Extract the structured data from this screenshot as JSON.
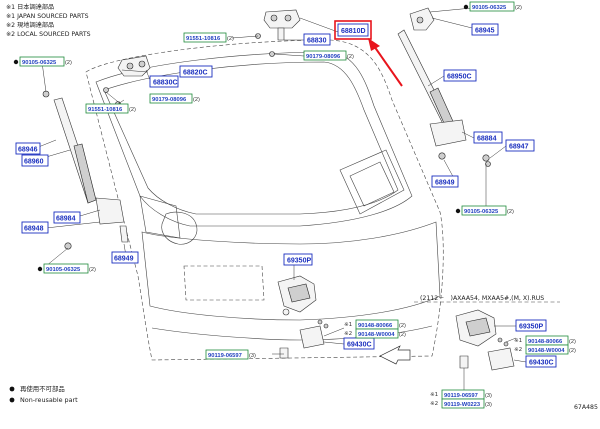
{
  "notes": [
    "※1 日本調達部品",
    "※1 JAPAN SOURCED PARTS",
    "※2 現地調達部品",
    "※2 LOCAL SOURCED PARTS"
  ],
  "parts": {
    "p68810D": "68810D",
    "p68945": "68945",
    "p68830": "68830",
    "p68830C": "68830C",
    "p68820C": "68820C",
    "p68950C": "68950C",
    "p68946": "68946",
    "p68960": "68960",
    "p68884": "68884",
    "p68947": "68947",
    "p68949r": "68949",
    "p68949l": "68949",
    "p68984": "68984",
    "p68948": "68948",
    "p69350P_main": "69350P",
    "p69430C_main": "69430C",
    "p69350P_alt": "69350P",
    "p69430C_alt": "69430C"
  },
  "subparts": {
    "s90105_tr": "90105-06325",
    "s91551_top": "91551-10816",
    "s90179_top": "90179-08096",
    "s90105_l": "90105-06325",
    "s91551_l": "91551-10816",
    "s90179_l": "90179-08096",
    "s90105_r": "90105-06325",
    "s90105_bl": "90105-06325",
    "s90148_80066_m": "90148-80066",
    "s90148_w0004_m": "90148-W0004",
    "s90119_m": "90119-06597",
    "s90148_80066_a": "90148-80066",
    "s90148_w0004_a": "90148-W0004",
    "s90119_06597_a": "90119-06597",
    "s90119_w0223_a": "90119-W0223"
  },
  "quantities": {
    "q_tr": "(2)",
    "q_91551_top": "(2)",
    "q_90179_top": "(2)",
    "q_90105_l": "(2)",
    "q_91551_l": "(2)",
    "q_90179_l": "(2)",
    "q_90105_r": "(2)",
    "q_90105_bl": "(2)",
    "q_80066_m": "(2)",
    "q_w0004_m": "(2)",
    "q_90119_m": "(3)",
    "q_80066_a": "(2)",
    "q_w0004_a": "(2)",
    "q_06597_a": "(3)",
    "q_w0223_a": "(3)"
  },
  "marks": {
    "m1": "※1",
    "m2": "※2"
  },
  "variant_note": "(2112－　)AXAA54, MXAA5#,(M, X).RUS",
  "legend": {
    "jp": "再使用不可部品",
    "en": "Non-reusable part"
  },
  "diagram_code": "67A485",
  "highlight_color": "#e8141c",
  "link_color": "#1a2fbf"
}
